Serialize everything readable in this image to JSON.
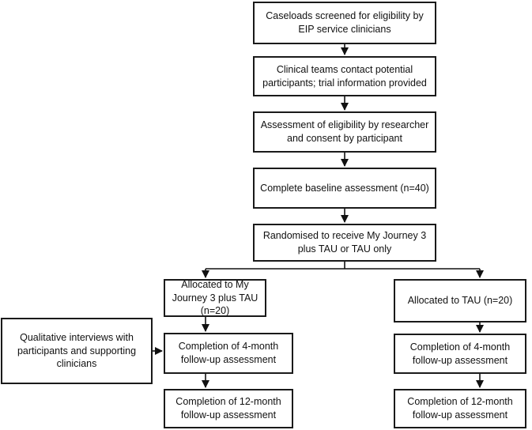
{
  "nodes": {
    "screen": "Caseloads screened for eligibility by EIP service clinicians",
    "contact": "Clinical teams contact potential participants; trial information provided",
    "assess": "Assessment of eligibility by researcher and consent by participant",
    "baseline": "Complete baseline assessment (n=40)",
    "random": "Randomised to receive My Journey 3 plus TAU or TAU only",
    "alloc_mj3": "Allocated to My Journey 3 plus TAU (n=20)",
    "alloc_tau": "Allocated to TAU (n=20)",
    "qual": "Qualitative interviews with participants and supporting clinicians",
    "fu4_left": "Completion of 4-month follow-up assessment",
    "fu4_right": "Completion of 4-month follow-up assessment",
    "fu12_left": "Completion of 12-month follow-up assessment",
    "fu12_right": "Completion of 12-month follow-up assessment"
  },
  "edges": [
    [
      "screen",
      "contact"
    ],
    [
      "contact",
      "assess"
    ],
    [
      "assess",
      "baseline"
    ],
    [
      "baseline",
      "random"
    ],
    [
      "random",
      "alloc_mj3"
    ],
    [
      "random",
      "alloc_tau"
    ],
    [
      "alloc_mj3",
      "fu4_left"
    ],
    [
      "fu4_left",
      "fu12_left"
    ],
    [
      "alloc_tau",
      "fu4_right"
    ],
    [
      "fu4_right",
      "fu12_right"
    ],
    [
      "qual",
      "fu4_left"
    ]
  ]
}
